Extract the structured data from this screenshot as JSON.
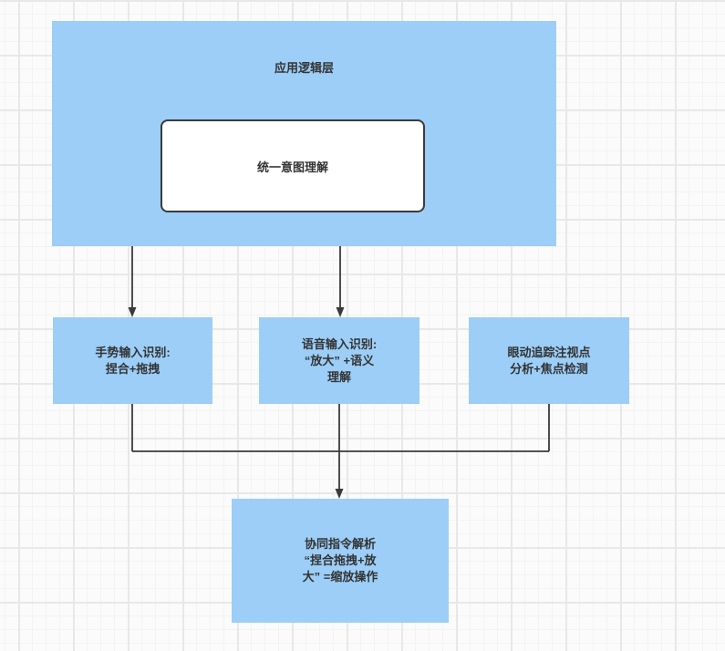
{
  "canvas": {
    "background": "#fbfbfb",
    "grid_minor_color": "#f3f3f3",
    "grid_major_color": "#e8e8e8"
  },
  "theme": {
    "node_fill": "#9ccef7",
    "node_text": "#333333",
    "inner_fill": "#ffffff",
    "inner_border": "#3b3b3b",
    "connector": "#3a3a3a"
  },
  "diagram": {
    "application_layer": {
      "title": "应用逻辑层"
    },
    "intent_box": {
      "label": "统一意图理解"
    },
    "input_nodes": [
      {
        "id": "gesture",
        "label": "手势输入识别:\n捏合+拖拽"
      },
      {
        "id": "voice",
        "label": "语音输入识别:\n“放大” +语义\n理解"
      },
      {
        "id": "eye",
        "label": "眼动追踪注视点\n分析+焦点检测"
      }
    ],
    "fusion_node": {
      "label": "协同指令解析\n“捏合拖拽+放\n大” =缩放操作"
    }
  }
}
